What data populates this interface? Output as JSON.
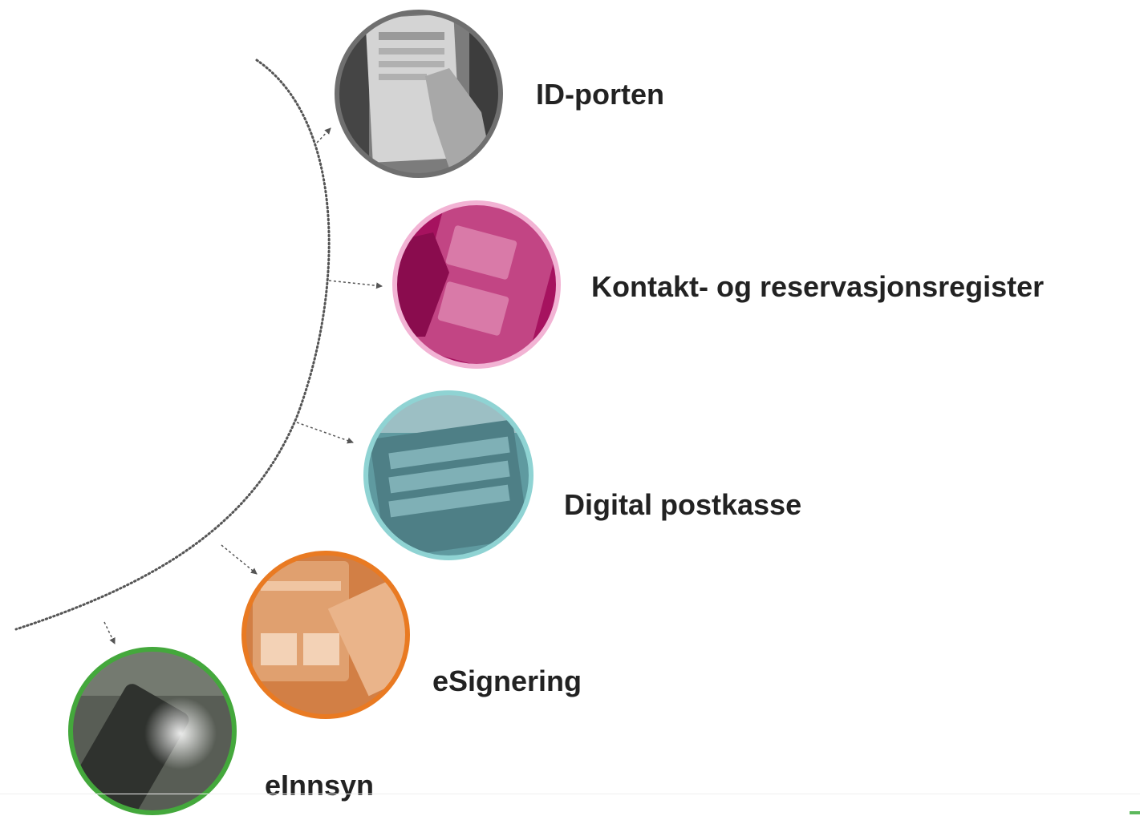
{
  "services": [
    {
      "label": "ID-porten",
      "ring_color": "#6f6f6f",
      "tint": "#8a8a8a"
    },
    {
      "label": "Kontakt- og reservasjonsregister",
      "ring_color": "#f2b3d4",
      "tint": "#b0106a"
    },
    {
      "label": "Digital postkasse",
      "ring_color": "#8fd3d3",
      "tint": "#3f7e86"
    },
    {
      "label": "eSignering",
      "ring_color": "#e97a22",
      "tint": "#d9793a"
    },
    {
      "label": "eInnsyn",
      "ring_color": "#44a83c",
      "tint": "#4c5048"
    }
  ],
  "colors": {
    "connector": "#555555",
    "accent": "#5cb85c"
  }
}
